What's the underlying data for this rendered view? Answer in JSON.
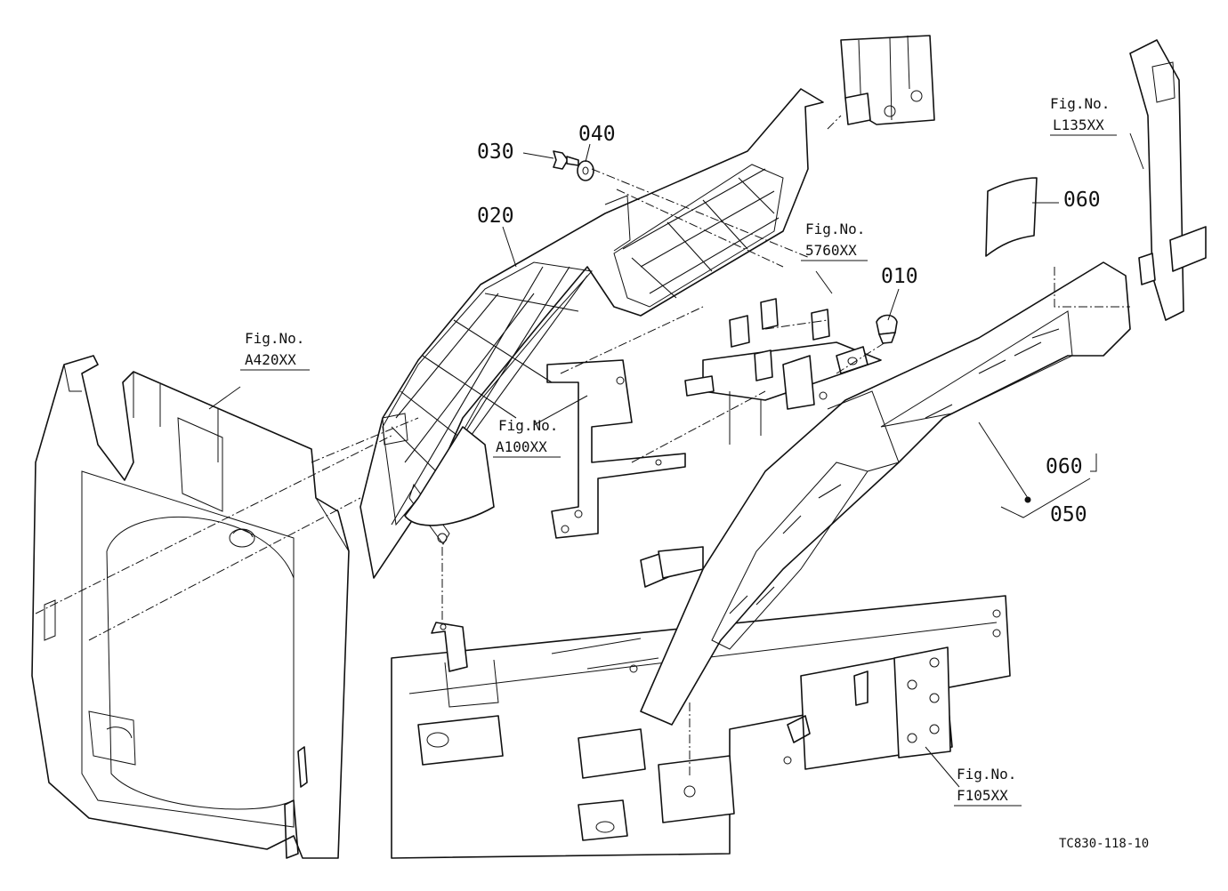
{
  "part_numbers": {
    "p010": "010",
    "p020": "020",
    "p030": "030",
    "p040": "040",
    "p050": "050",
    "p060_top": "060",
    "p060_bottom": "060"
  },
  "figure_refs": {
    "l135": {
      "line1": "Fig.No.",
      "line2": "L135XX"
    },
    "f5760": {
      "line1": "Fig.No.",
      "line2": "5760XX"
    },
    "a420": {
      "line1": "Fig.No.",
      "line2": "A420XX"
    },
    "a100": {
      "line1": "Fig.No.",
      "line2": "A100XX"
    },
    "f105": {
      "line1": "Fig.No.",
      "line2": "F105XX"
    }
  },
  "drawing_code": "TC830-118-10"
}
